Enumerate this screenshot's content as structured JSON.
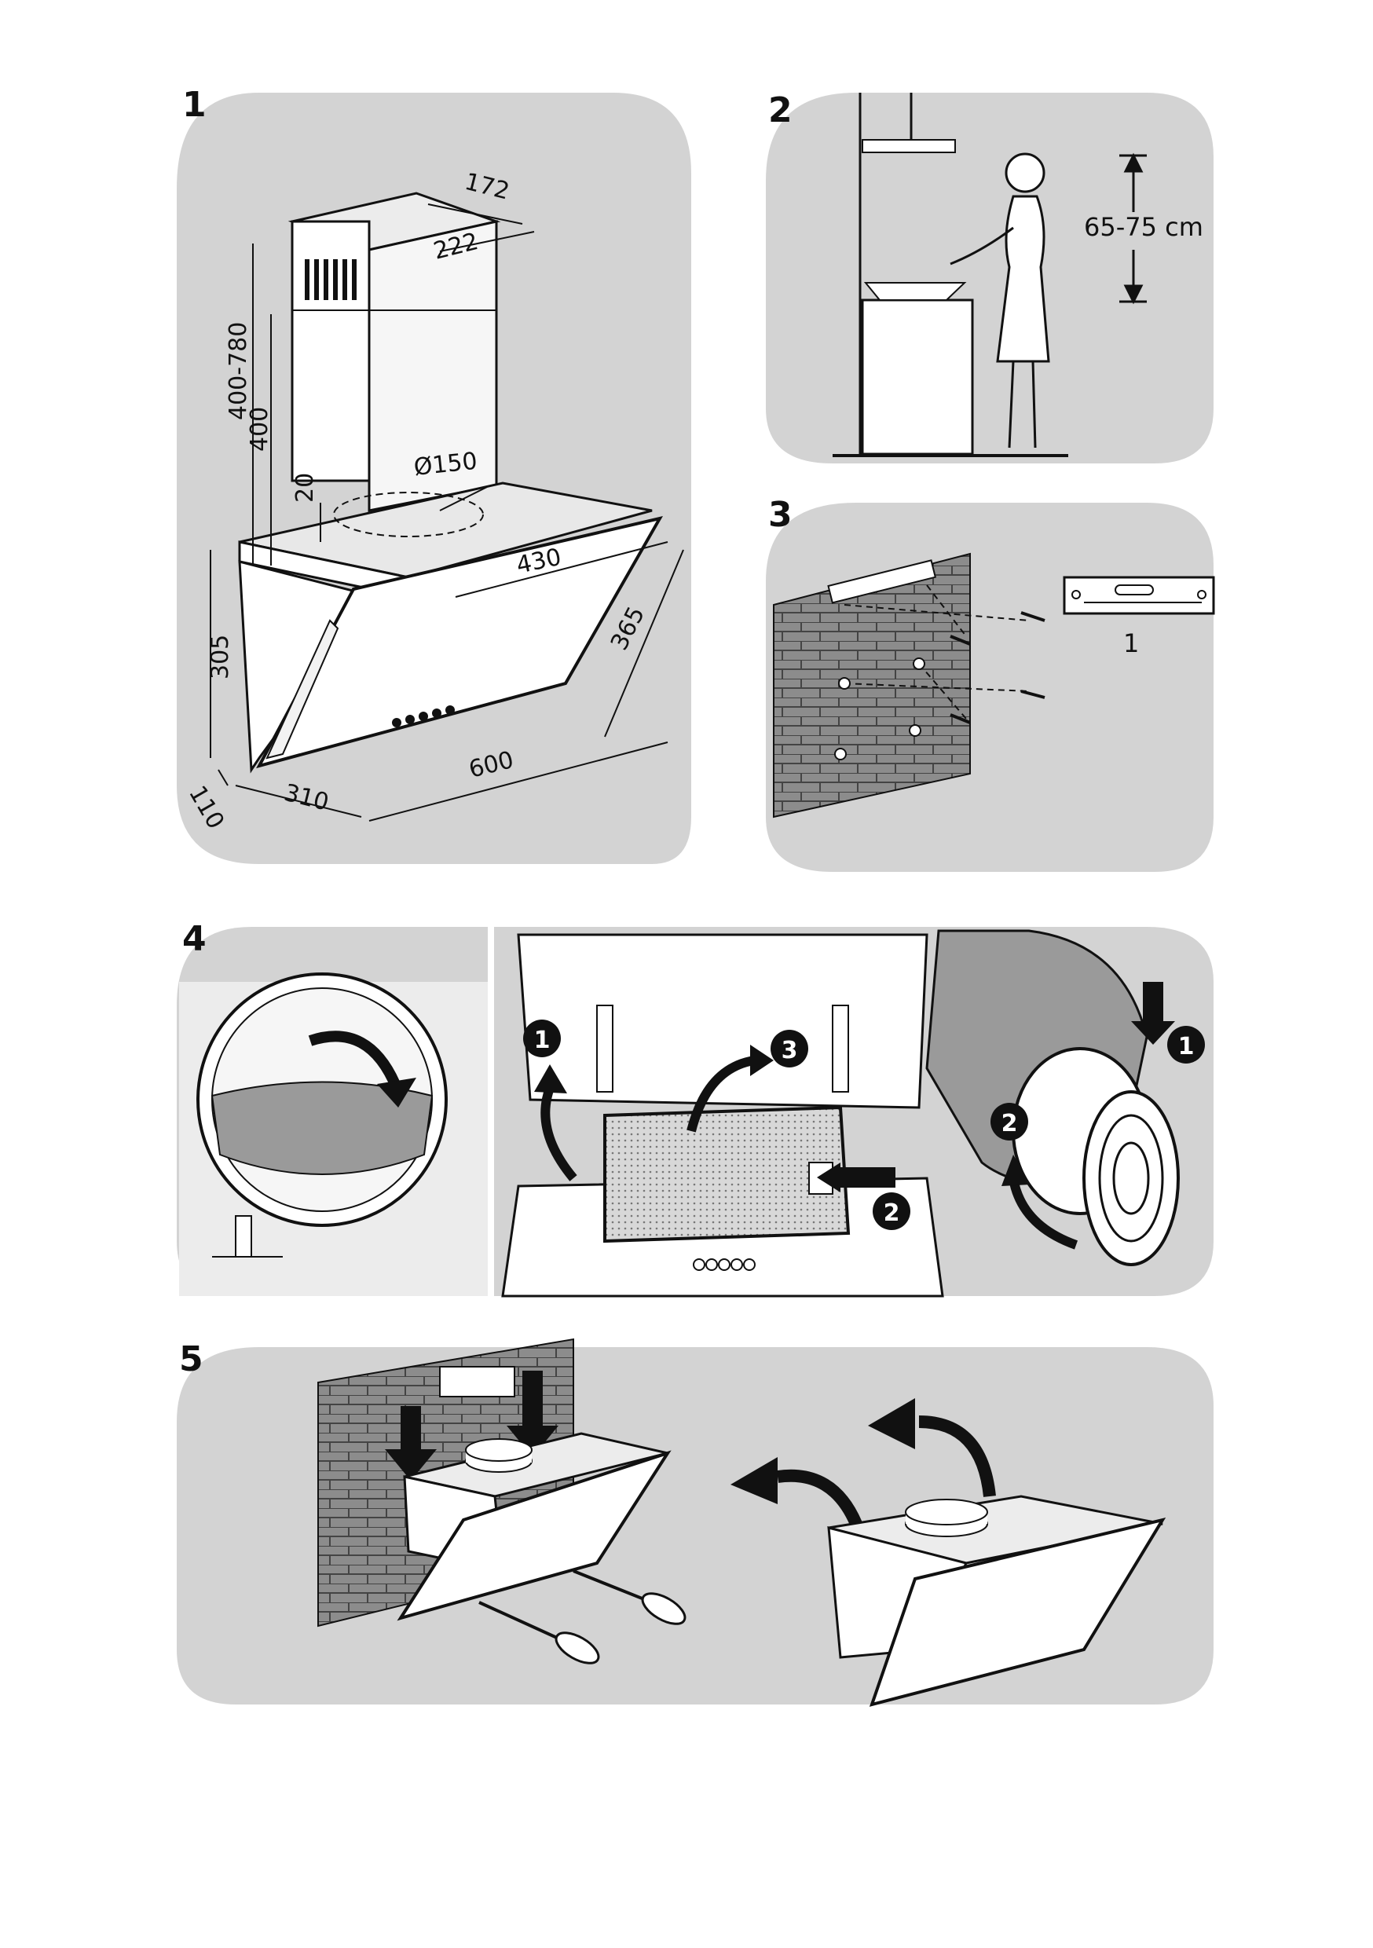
{
  "steps": {
    "s1": "1",
    "s2": "2",
    "s3": "3",
    "s4": "4",
    "s5": "5"
  },
  "dimensions": {
    "d172": "172",
    "d222": "222",
    "d400_780": "400-780",
    "d400": "400",
    "d20": "20",
    "d150": "Ø150",
    "d430": "430",
    "d305": "305",
    "d365": "365",
    "d110": "110",
    "d310": "310",
    "d600": "600"
  },
  "step2": {
    "height_range": "65-75 cm"
  },
  "step3": {
    "part_label": "1"
  },
  "step4": {
    "callouts": [
      "1",
      "2",
      "3"
    ],
    "fan_callouts": [
      "1",
      "2"
    ]
  }
}
